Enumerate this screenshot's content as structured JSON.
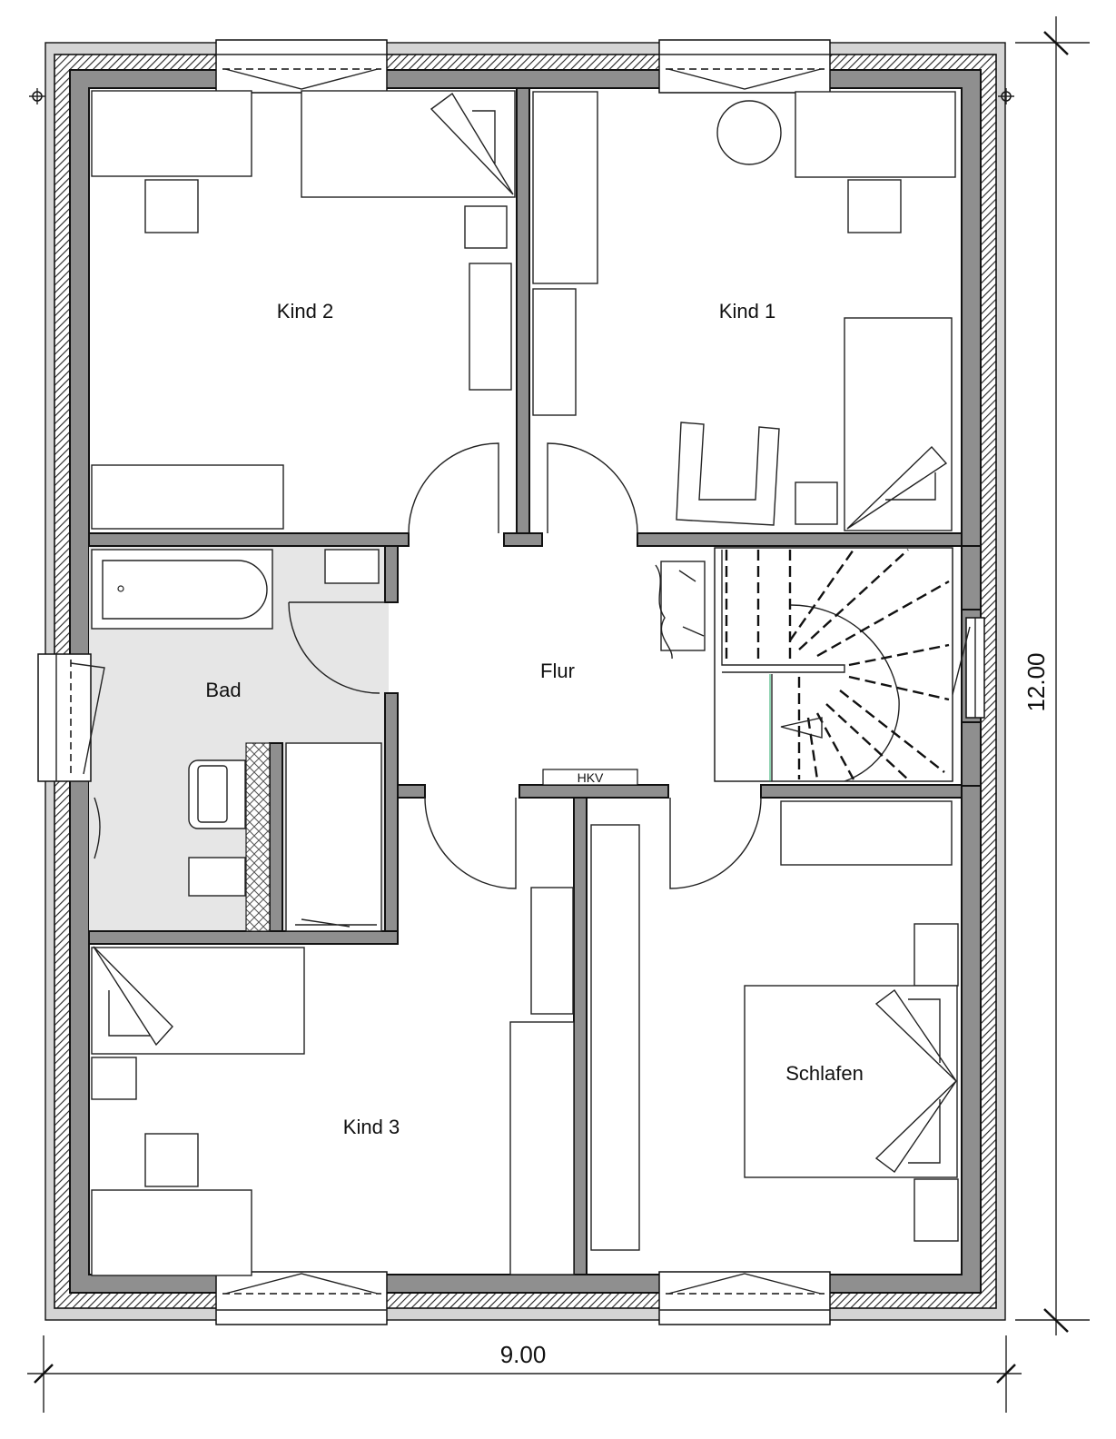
{
  "rooms": {
    "kind2": "Kind 2",
    "kind1": "Kind 1",
    "bad": "Bad",
    "flur": "Flur",
    "kind3": "Kind 3",
    "schlafen": "Schlafen"
  },
  "heating_label": "HKV",
  "dimensions": {
    "width": "9.00",
    "height": "12.00"
  },
  "colors": {
    "wall": "#8f8f8f",
    "bath_floor": "#e6e6e6"
  }
}
